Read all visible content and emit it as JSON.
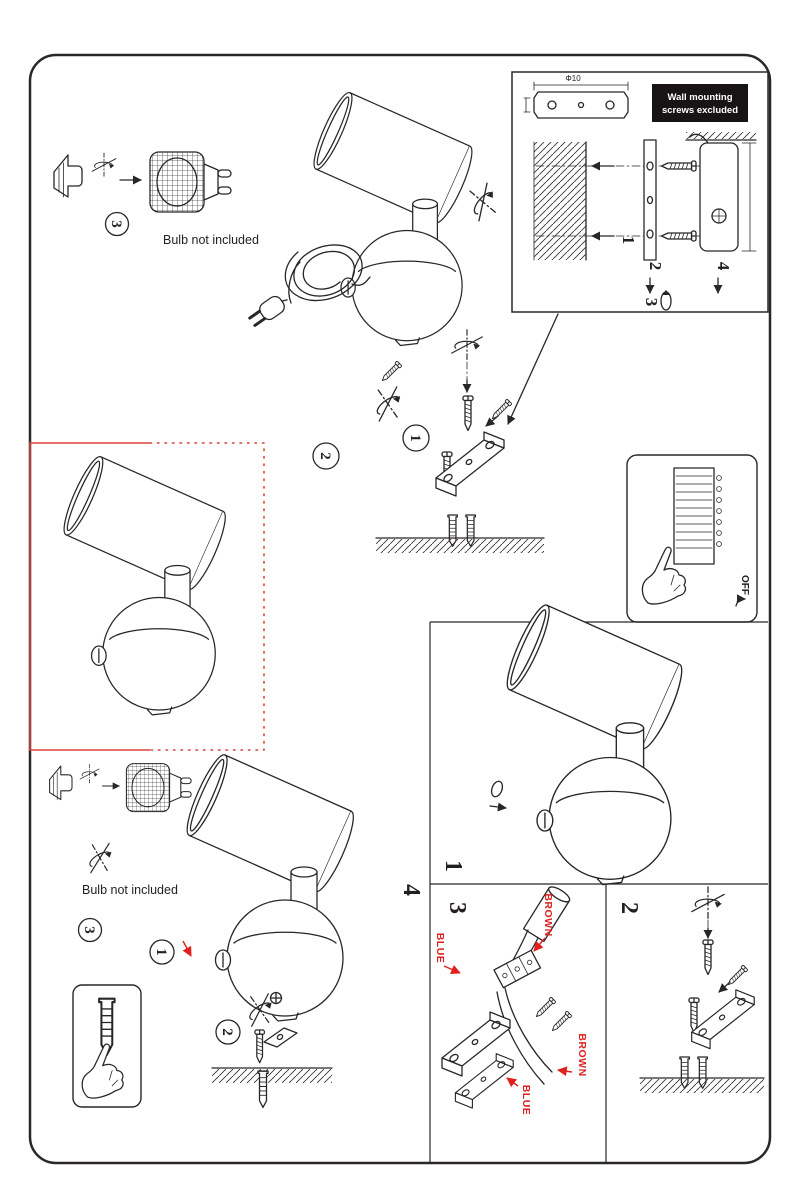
{
  "document": {
    "kind": "lamp installation instruction sheet",
    "colors": {
      "line": "#2a2627",
      "highlight_red": "#d8433a",
      "wire_label_red": "#e01f1f"
    }
  },
  "notes": {
    "bulb_top": "Bulb not included",
    "bulb_bottom": "Bulb not included"
  },
  "inset": {
    "warning_line1": "Wall mounting",
    "warning_line2": "screws excluded",
    "hole_dim": "Φ10",
    "step1": "1",
    "step2": "2",
    "step3": "3",
    "step4": "4"
  },
  "circled_steps": {
    "top_bulb": "3",
    "mid_rotate": "2",
    "mid_screw": "1",
    "bottom_bulb": "3",
    "bottom_screw": "1",
    "bottom_rotate": "2"
  },
  "sections": {
    "step4": "4",
    "step1": "1",
    "step3": "3",
    "step2": "2"
  },
  "switch_inset": {
    "off": "OFF"
  },
  "wiring": {
    "brown_upper": "BROWN",
    "blue_upper": "BLUE",
    "brown_lower": "BROWN",
    "blue_lower": "BLUE"
  }
}
